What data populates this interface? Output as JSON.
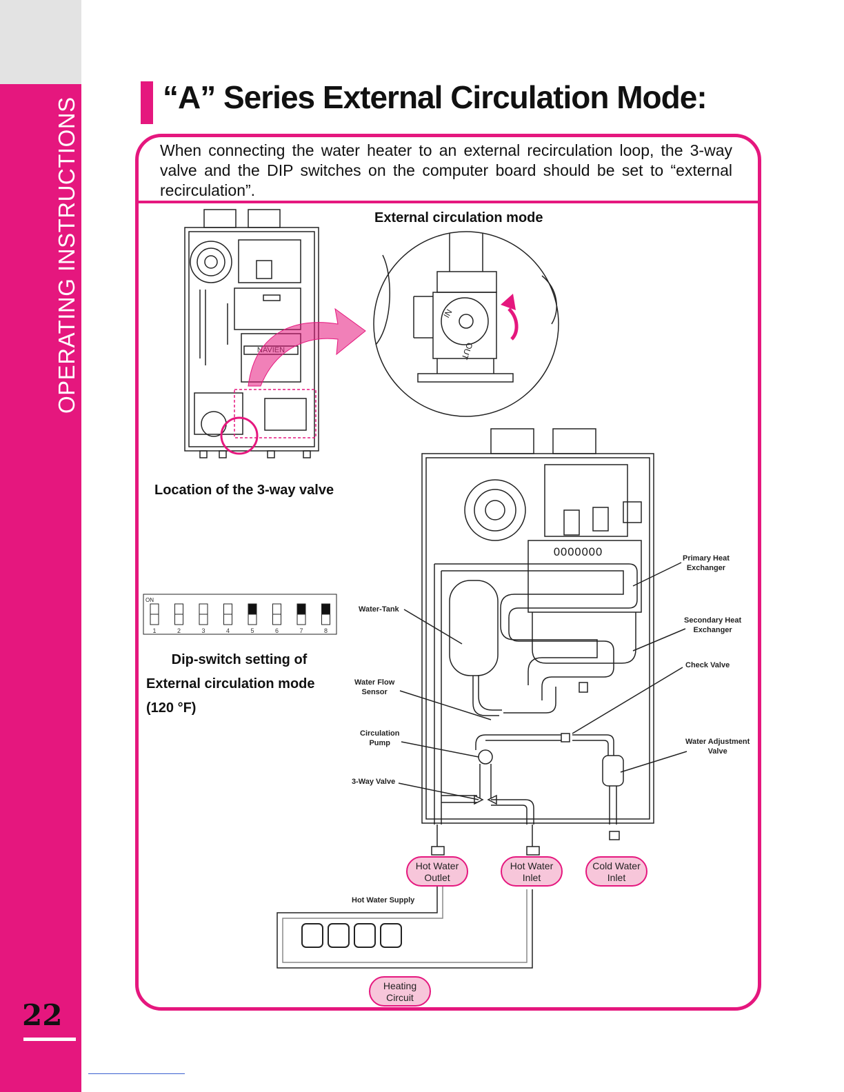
{
  "sidebar": {
    "label": "OPERATING INSTRUCTIONS",
    "page_number": "22"
  },
  "title": "“A” Series External Circulation Mode:",
  "intro_text": "When connecting the water heater to an external recirculation loop, the 3-way valve and the DIP switches on the computer board should be set to “external recirculation”.",
  "captions": {
    "valve_view": "External circulation mode",
    "valve_location": "Location of the 3-way valve",
    "dip_line1": "Dip-switch setting of",
    "dip_line2": "External circulation mode",
    "dip_line3": "(120 °F)"
  },
  "valve_markings": {
    "in": "IN",
    "out": "OUT"
  },
  "heater_logo": "NAVIEN",
  "dip_switch": {
    "on_label": "ON",
    "switches": [
      {
        "number": "1",
        "state": "off"
      },
      {
        "number": "2",
        "state": "off"
      },
      {
        "number": "3",
        "state": "off"
      },
      {
        "number": "4",
        "state": "off"
      },
      {
        "number": "5",
        "state": "on"
      },
      {
        "number": "6",
        "state": "off"
      },
      {
        "number": "7",
        "state": "on"
      },
      {
        "number": "8",
        "state": "on"
      }
    ]
  },
  "component_labels": {
    "water_tank": "Water-Tank",
    "water_flow_sensor": [
      "Water Flow",
      "Sensor"
    ],
    "circulation_pump": [
      "Circulation",
      "Pump"
    ],
    "three_way_valve": "3-Way Valve",
    "primary_heat_exchanger": [
      "Primary Heat",
      "Exchanger"
    ],
    "secondary_heat_exchanger": [
      "Secondary Heat",
      "Exchanger"
    ],
    "check_valve": "Check Valve",
    "water_adjustment_valve": [
      "Water Adjustment",
      "Valve"
    ]
  },
  "connections": {
    "hot_water_outlet": [
      "Hot Water",
      "Outlet"
    ],
    "hot_water_inlet": [
      "Hot Water",
      "Inlet"
    ],
    "cold_water_inlet": [
      "Cold Water",
      "Inlet"
    ],
    "heating_circuit": [
      "Heating",
      "Circuit"
    ],
    "hot_water_supply": "Hot Water Supply"
  },
  "colors": {
    "accent": "#e5177e",
    "pill_fill": "#f7c6da",
    "sidebar_top": "#e3e3e3"
  }
}
